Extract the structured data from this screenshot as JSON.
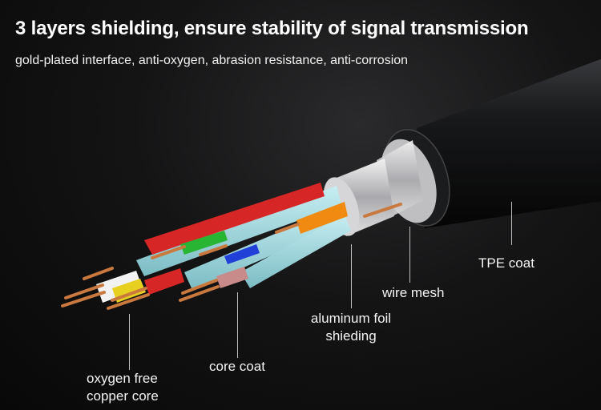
{
  "header": {
    "title": "3 layers shielding, ensure stability of signal transmission",
    "subtitle": "gold-plated interface, anti-oxygen, abrasion resistance, anti-corrosion"
  },
  "callouts": {
    "tpe_coat": "TPE coat",
    "wire_mesh": "wire mesh",
    "aluminum_foil_line1": "aluminum foil",
    "aluminum_foil_line2": "shieding",
    "core_coat": "core coat",
    "copper_core_line1": "oxygen free",
    "copper_core_line2": "copper core"
  },
  "colors": {
    "jacket": "#111214",
    "inner_sheath": "#9fd6dc",
    "copper": "#c9783e",
    "foil": "#c8c8cc"
  }
}
